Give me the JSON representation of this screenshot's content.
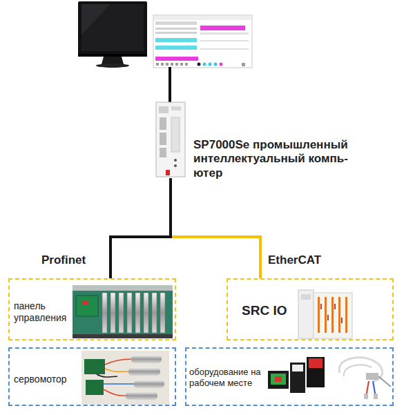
{
  "diagram": {
    "nodes": [
      {
        "text": [
          "SP7000Se промышленный интеллектуальный компь- ютер"
        ]
      },
      {
        "text": [
          "панель управления"
        ]
      },
      {
        "text": [
          "сервомотор"
        ]
      },
      {
        "text": [
          "SRC IO"
        ]
      },
      {
        "text": [
          "оборудование на рабочем месте"
        ]
      }
    ],
    "edges": [
      {
        "from": 0,
        "to": 1,
        "label": "Profinet",
        "arrow": "none"
      },
      {
        "from": 0,
        "to": 3,
        "label": "EtherCAT",
        "arrow": "none"
      }
    ]
  }
}
